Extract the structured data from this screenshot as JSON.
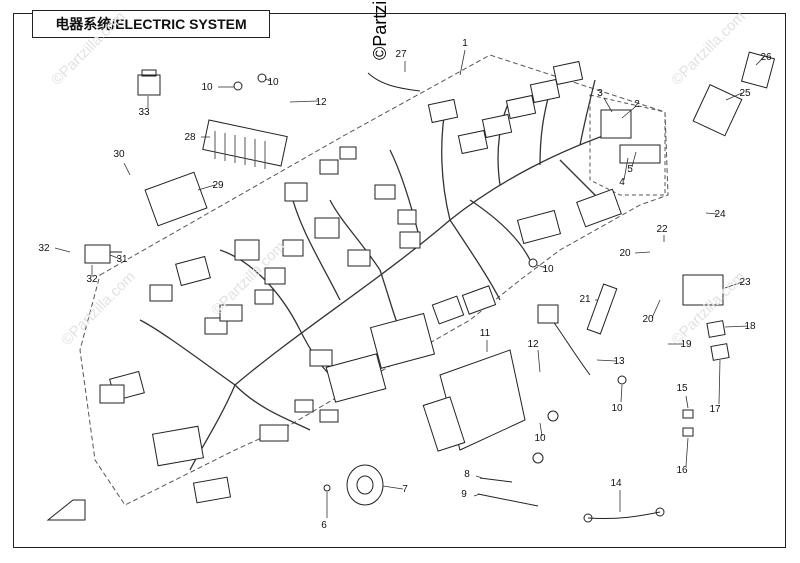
{
  "title": "电器系统/ELECTRIC SYSTEM",
  "watermark": "©Partzilla.com",
  "callouts": [
    {
      "id": "1",
      "label": "1"
    },
    {
      "id": "2",
      "label": "2"
    },
    {
      "id": "3",
      "label": "3"
    },
    {
      "id": "4",
      "label": "4"
    },
    {
      "id": "5",
      "label": "5"
    },
    {
      "id": "6",
      "label": "6"
    },
    {
      "id": "7",
      "label": "7"
    },
    {
      "id": "8",
      "label": "8"
    },
    {
      "id": "9",
      "label": "9"
    },
    {
      "id": "10a",
      "label": "10"
    },
    {
      "id": "10b",
      "label": "10"
    },
    {
      "id": "10c",
      "label": "10"
    },
    {
      "id": "10d",
      "label": "10"
    },
    {
      "id": "10e",
      "label": "10"
    },
    {
      "id": "11",
      "label": "11"
    },
    {
      "id": "12a",
      "label": "12"
    },
    {
      "id": "12b",
      "label": "12"
    },
    {
      "id": "13",
      "label": "13"
    },
    {
      "id": "14",
      "label": "14"
    },
    {
      "id": "15",
      "label": "15"
    },
    {
      "id": "16",
      "label": "16"
    },
    {
      "id": "17",
      "label": "17"
    },
    {
      "id": "18",
      "label": "18"
    },
    {
      "id": "19",
      "label": "19"
    },
    {
      "id": "20a",
      "label": "20"
    },
    {
      "id": "20b",
      "label": "20"
    },
    {
      "id": "21",
      "label": "21"
    },
    {
      "id": "22",
      "label": "22"
    },
    {
      "id": "23",
      "label": "23"
    },
    {
      "id": "24",
      "label": "24"
    },
    {
      "id": "25",
      "label": "25"
    },
    {
      "id": "26",
      "label": "26"
    },
    {
      "id": "27",
      "label": "27"
    },
    {
      "id": "28",
      "label": "28"
    },
    {
      "id": "29",
      "label": "29"
    },
    {
      "id": "30",
      "label": "30"
    },
    {
      "id": "31",
      "label": "31"
    },
    {
      "id": "32a",
      "label": "32"
    },
    {
      "id": "32b",
      "label": "32"
    },
    {
      "id": "33",
      "label": "33"
    }
  ]
}
